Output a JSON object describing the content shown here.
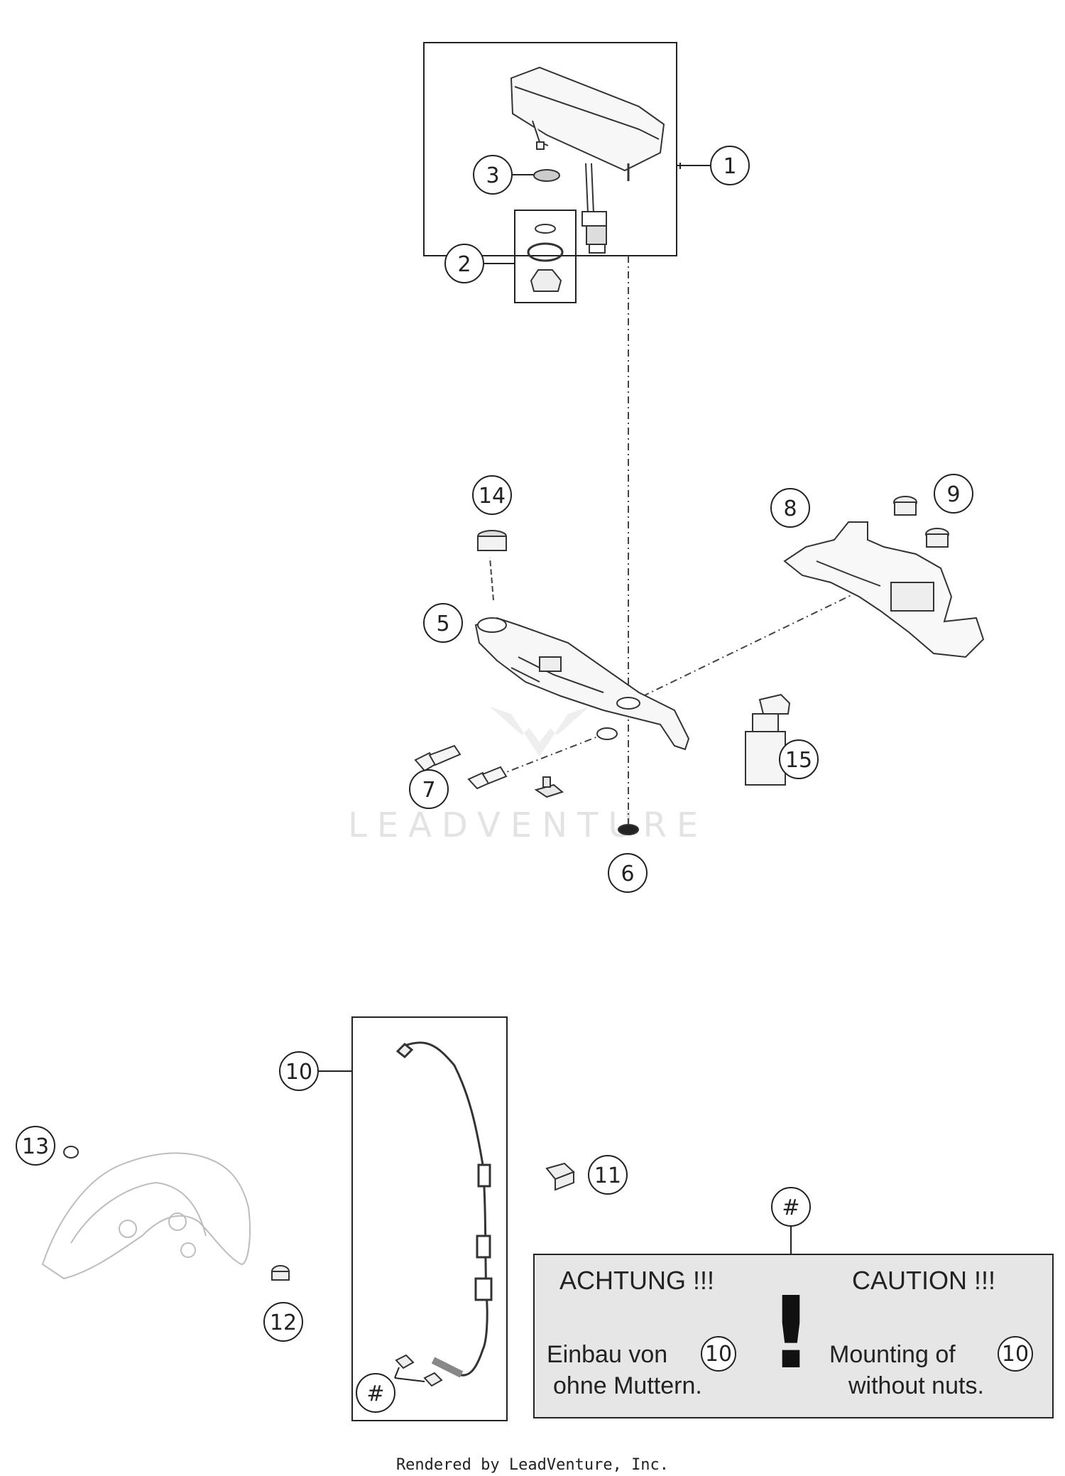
{
  "callouts": {
    "c1": "1",
    "c2": "2",
    "c3": "3",
    "c4": "14",
    "c5": "5",
    "c6": "6",
    "c7": "7",
    "c8": "8",
    "c9": "9",
    "c10": "10",
    "c11": "11",
    "c12": "12",
    "c13": "13",
    "c15": "15",
    "hash_top": "#",
    "hash_bottom": "#"
  },
  "warning": {
    "heading_de": "ACHTUNG !!!",
    "heading_en": "CAUTION !!!",
    "line1_de": "Einbau von",
    "line2_de": "ohne Muttern.",
    "line1_en": "Mounting of",
    "line2_en": "without nuts.",
    "ref_de": "10",
    "ref_en": "10",
    "mark": "!"
  },
  "watermark": "LEADVENTURE",
  "footer": "Rendered by LeadVenture, Inc.",
  "colors": {
    "line": "#222222",
    "panel": "#e6e6e6",
    "light": "#bdbdbd"
  }
}
